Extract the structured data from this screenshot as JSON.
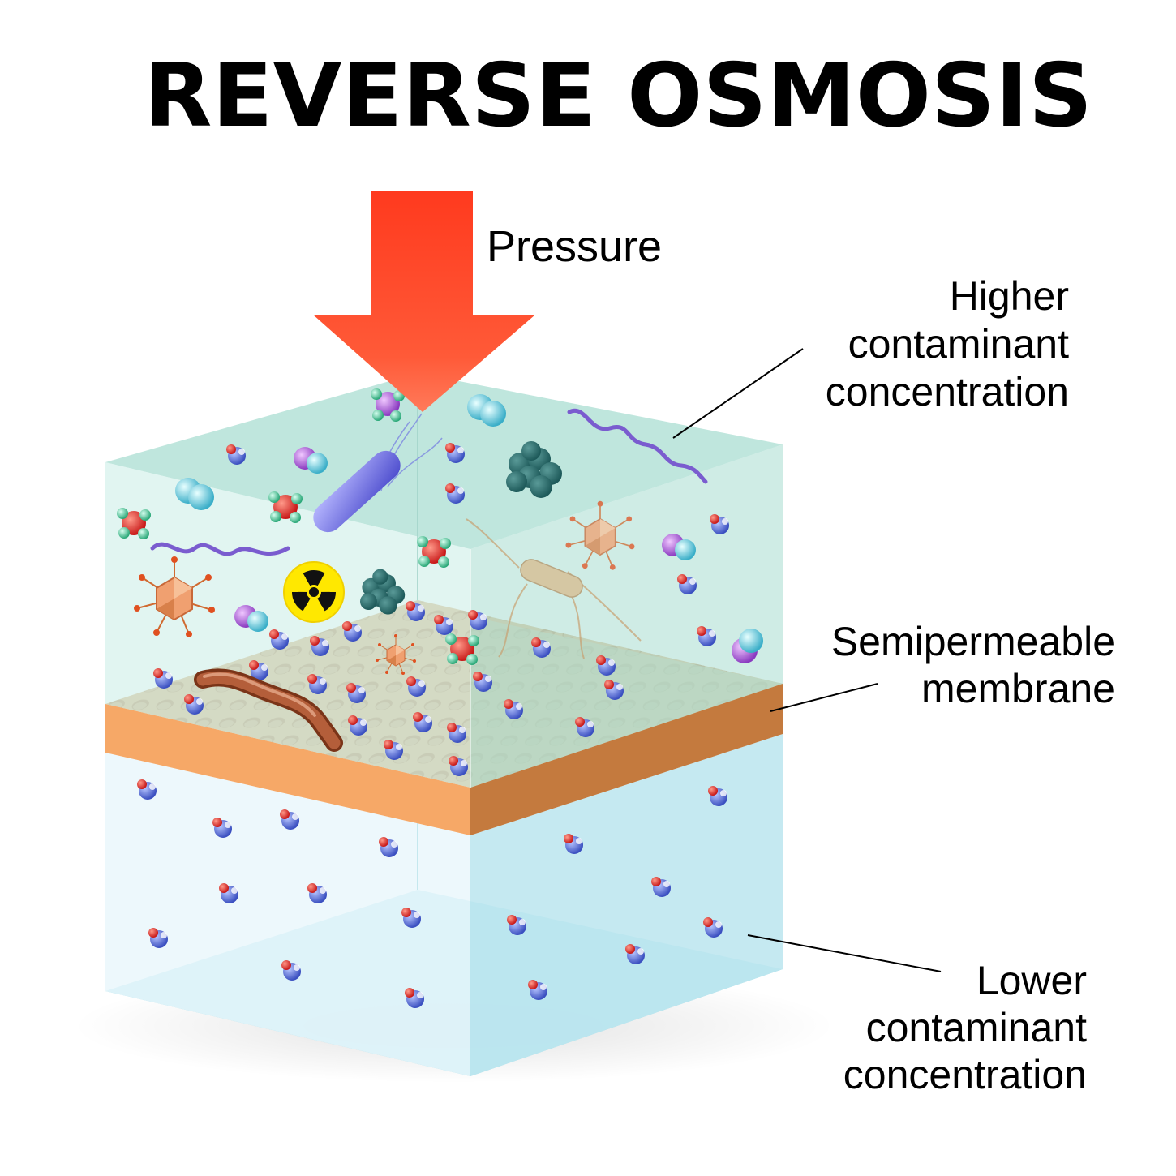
{
  "title": "REVERSE OSMOSIS",
  "labels": {
    "pressure": "Pressure",
    "higher": [
      "Higher",
      "contaminant",
      "concentration"
    ],
    "membrane": [
      "Semipermeable",
      "membrane"
    ],
    "lower": [
      "Lower",
      "contaminant",
      "concentration"
    ]
  },
  "colors": {
    "arrow": "#ff4422",
    "upper_water": "#bfe6e0",
    "membrane_top": "#e4c6a0",
    "membrane_front": "#f5a96a",
    "membrane_side": "#c87a40",
    "lower_water": "#c6eaf0",
    "water_molecule": "#5a6fd0",
    "oxygen_atom": "#e03030"
  },
  "icons": [
    "radiation-icon",
    "virus-icon",
    "bacterium-icon",
    "water-molecule-icon",
    "ammonia-molecule-icon",
    "spirochete-icon",
    "protein-cluster-icon"
  ]
}
